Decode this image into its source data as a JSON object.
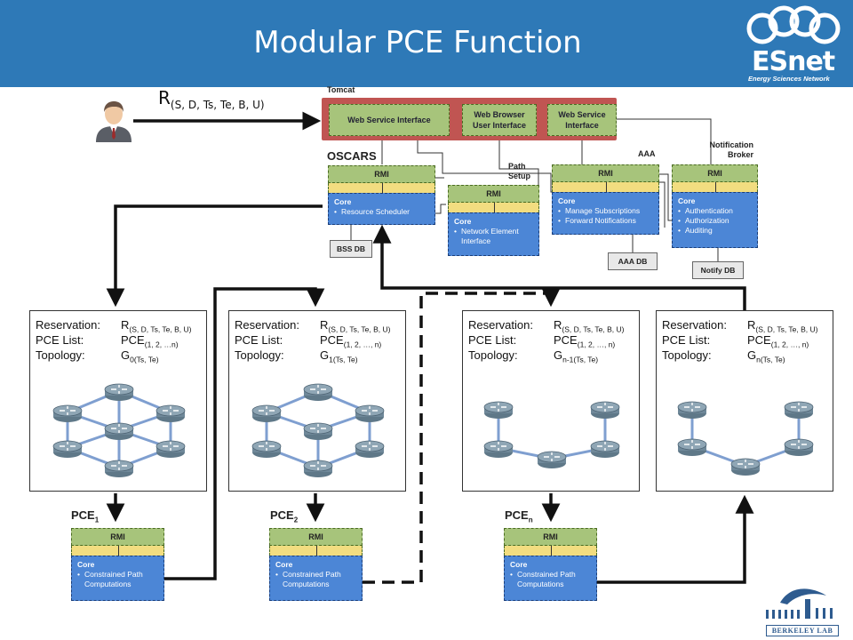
{
  "title": "Modular PCE Function",
  "logo": {
    "name": "ESnet",
    "tagline": "Energy Sciences Network",
    "lab": "BERKELEY LAB"
  },
  "request": {
    "main": "R",
    "params": "(S, D, Ts, Te, B, U)"
  },
  "labels": {
    "tomcat": "Tomcat",
    "oscars": "OSCARS",
    "path_setup": "Path Setup",
    "aaa": "AAA",
    "notification_broker": "Notification Broker"
  },
  "web": {
    "ws1": "Web Service Interface",
    "browser": "Web Browser User Interface",
    "ws2": "Web Service Interface"
  },
  "components": {
    "resource": {
      "rmi": "RMI",
      "core": "Core",
      "items": [
        "Resource Scheduler"
      ]
    },
    "network": {
      "rmi": "RMI",
      "core": "Core",
      "items": [
        "Network Element Interface"
      ]
    },
    "notify": {
      "rmi": "RMI",
      "core": "Core",
      "items": [
        "Manage Subscriptions",
        "Forward Notifications"
      ]
    },
    "auth": {
      "rmi": "RMI",
      "core": "Core",
      "items": [
        "Authentication",
        "Authorization",
        "Auditing"
      ]
    }
  },
  "dbs": {
    "bss": "BSS DB",
    "aaa": "AAA DB",
    "notify": "Notify DB"
  },
  "panels": [
    {
      "reservation_key": "Reservation:",
      "reservation_sub": "(S, D, Ts, Te, B, U)",
      "pce_key": "PCE List:",
      "pce_sub": "(1, 2, …n)",
      "topo_key": "Topology:",
      "topo_sub": "0(Ts, Te)"
    },
    {
      "reservation_key": "Reservation:",
      "reservation_sub": "(S, D, Ts, Te, B, U)",
      "pce_key": "PCE List:",
      "pce_sub": "(1, 2, …, n)",
      "topo_key": "Topology:",
      "topo_sub": "1(Ts, Te)"
    },
    {
      "reservation_key": "Reservation:",
      "reservation_sub": "(S, D, Ts, Te, B, U)",
      "pce_key": "PCE List:",
      "pce_sub": "(1, 2, …, n)",
      "topo_key": "Topology:",
      "topo_sub": "n-1(Ts, Te)"
    },
    {
      "reservation_key": "Reservation:",
      "reservation_sub": "(S, D, Ts, Te, B, U)",
      "pce_key": "PCE List:",
      "pce_sub": "(1, 2, …, n)",
      "topo_key": "Topology:",
      "topo_sub": "n(Ts, Te)"
    }
  ],
  "pces": [
    {
      "label": "PCE",
      "sub": "1",
      "rmi": "RMI",
      "core": "Core",
      "items": [
        "Constrained Path Computations"
      ]
    },
    {
      "label": "PCE",
      "sub": "2",
      "rmi": "RMI",
      "core": "Core",
      "items": [
        "Constrained Path Computations"
      ]
    },
    {
      "label": "PCE",
      "sub": "n",
      "rmi": "RMI",
      "core": "Core",
      "items": [
        "Constrained Path Computations"
      ]
    }
  ],
  "symbols": {
    "R": "R",
    "PCE": "PCE",
    "G": "G"
  },
  "colors": {
    "title_bar": "#2e79b7",
    "tomcat": "#c05552",
    "rmi": "#a7c47b",
    "stripe": "#f2dd80",
    "core": "#4c86d6",
    "router": "#8fa6b5"
  }
}
